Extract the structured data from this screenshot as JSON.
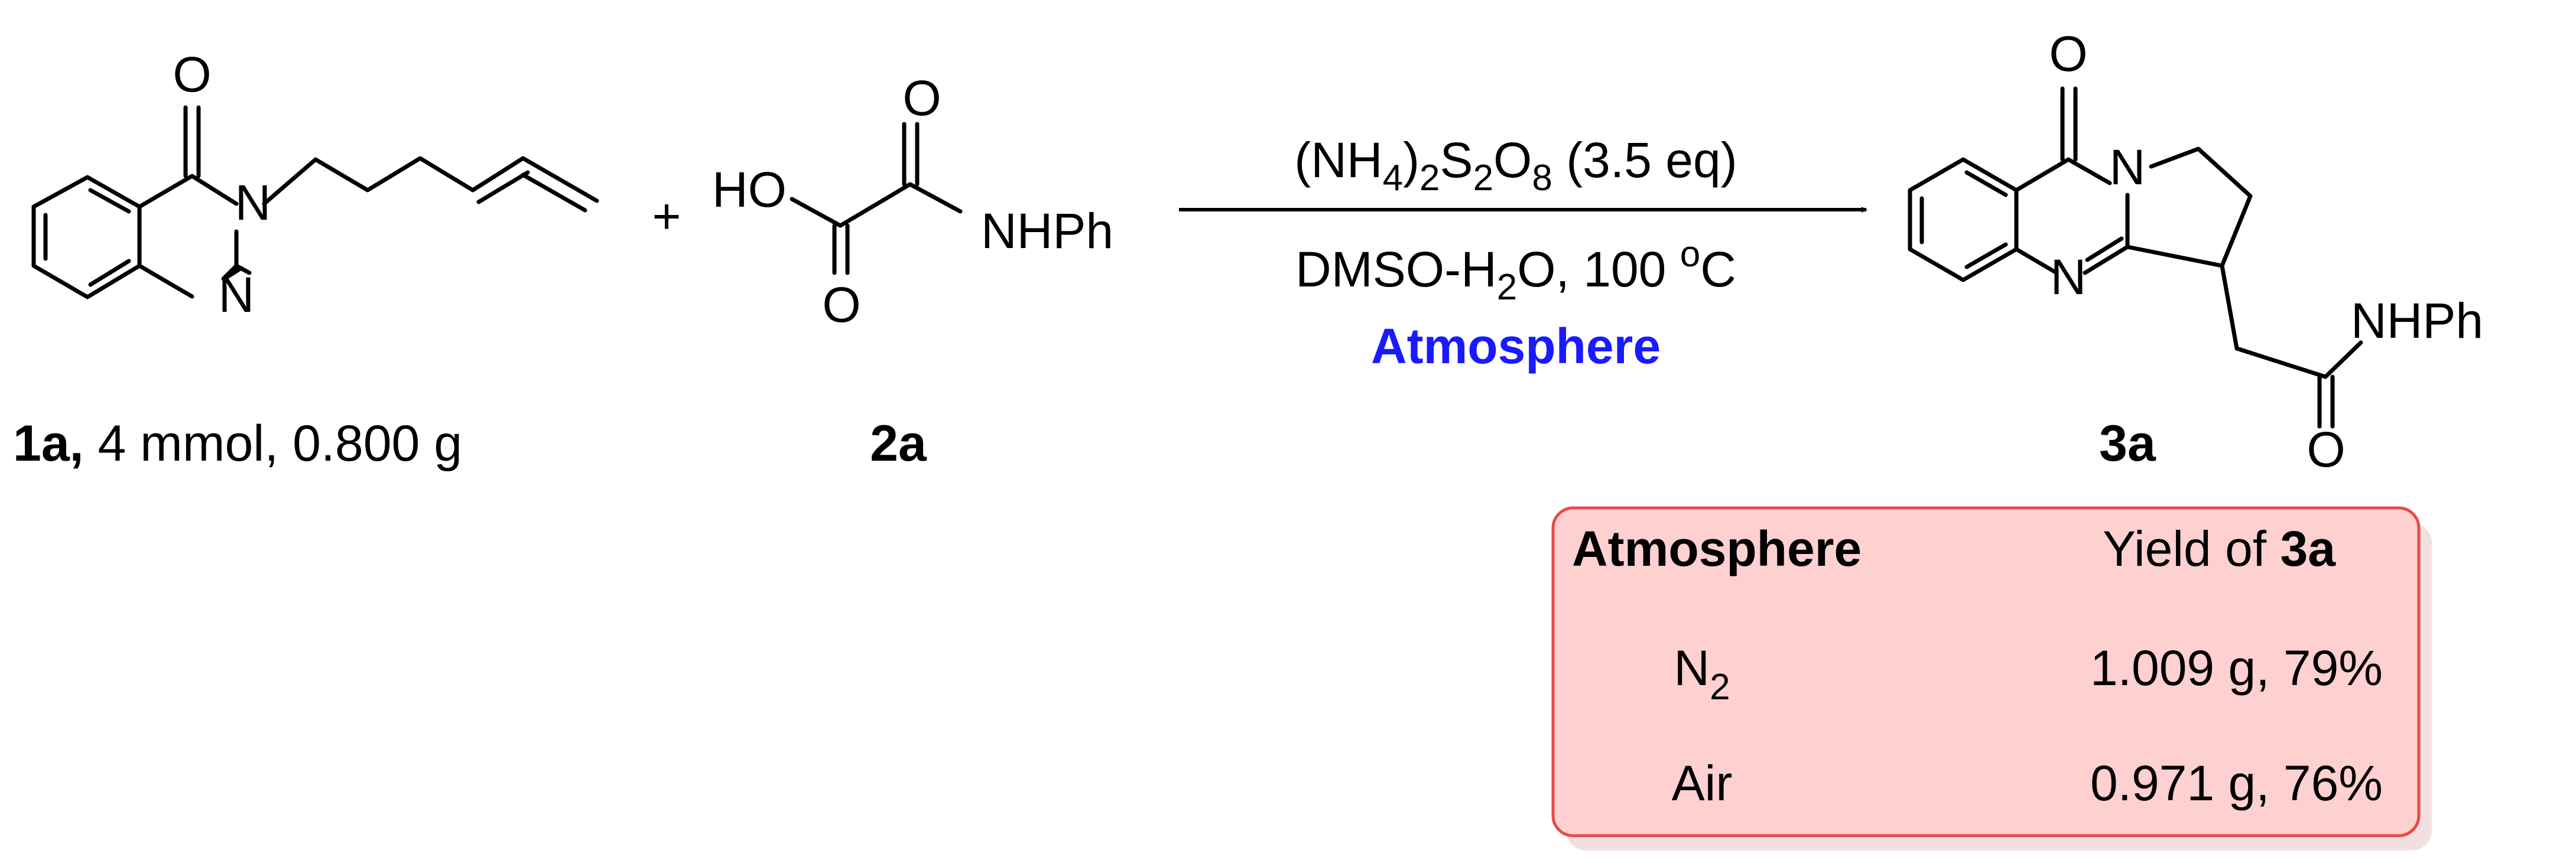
{
  "reactants": {
    "compound_1a": {
      "atoms": {
        "carbonyl_o": "O",
        "n3": "N",
        "n1": "N"
      },
      "label_bold": "1a,",
      "label_rest": " 4 mmol, 0.800 g"
    },
    "plus_sign": "+",
    "compound_2a": {
      "atoms": {
        "ho": "HO",
        "nhph": "NHPh",
        "o_top": "O",
        "o_bottom": "O"
      },
      "label": "2a"
    }
  },
  "conditions": {
    "reagent_main": "(NH",
    "reagent_sub1": "4",
    "reagent_mid1": ")",
    "reagent_sub2": "2",
    "reagent_mid2": "S",
    "reagent_sub3": "2",
    "reagent_mid3": "O",
    "reagent_sub4": "8",
    "reagent_tail": " (3.5 eq)",
    "solvent_main": "DMSO-H",
    "solvent_sub": "2",
    "solvent_mid": "O, 100 ",
    "solvent_sup": "o",
    "solvent_tail": "C",
    "atmosphere": "Atmosphere"
  },
  "product": {
    "compound_3a": {
      "atoms": {
        "carbonyl_o": "O",
        "n_ring": "N",
        "n_imine": "N",
        "nhph": "NHPh",
        "amide_o": "O"
      },
      "label": "3a"
    }
  },
  "results_table": {
    "header_atmosphere": "Atmosphere",
    "header_yield": "Yield of ",
    "header_yield_bold": "3a",
    "rows": [
      {
        "atmosphere": "N",
        "atmosphere_sub": "2",
        "yield": "1.009 g, 79%"
      },
      {
        "atmosphere": "Air",
        "atmosphere_sub": "",
        "yield": "0.971 g, 76%"
      }
    ],
    "colors": {
      "fill": "#ffd0d0",
      "border": "#e84a4a",
      "shadow": "#f2e0e0",
      "header_text": "#1a1aff"
    }
  }
}
